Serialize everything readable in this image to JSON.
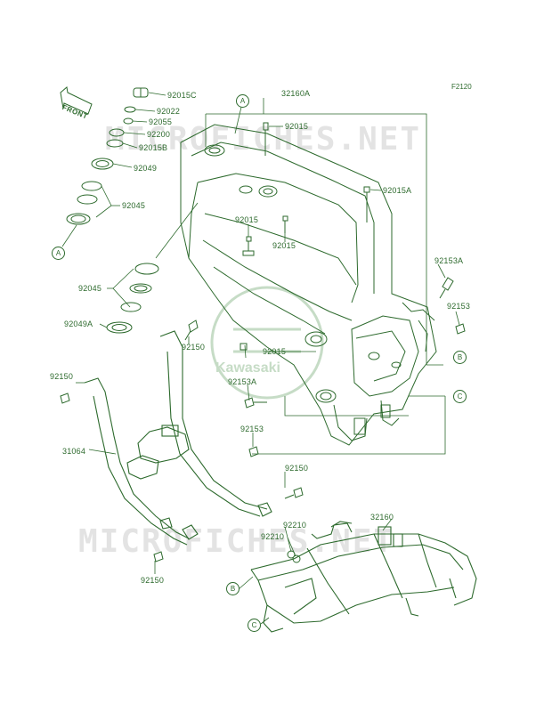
{
  "figure_code": "F2120",
  "front_label": "FRONT",
  "logo_text": "Kawasaki",
  "watermark_text": "MICROFICHES.NET",
  "colors": {
    "line": "#2d6a2d",
    "watermark": "#e3e3e3",
    "logo": "#c6dcc6"
  },
  "callouts": [
    "A",
    "B",
    "C"
  ],
  "parts": [
    {
      "id": "p-92015c",
      "label": "92015C"
    },
    {
      "id": "p-92022",
      "label": "92022"
    },
    {
      "id": "p-92055",
      "label": "92055"
    },
    {
      "id": "p-92200",
      "label": "92200"
    },
    {
      "id": "p-92015b",
      "label": "92015B"
    },
    {
      "id": "p-92049",
      "label": "92049"
    },
    {
      "id": "p-92045-top",
      "label": "92045"
    },
    {
      "id": "p-92045-mid",
      "label": "92045"
    },
    {
      "id": "p-92049a",
      "label": "92049A"
    },
    {
      "id": "p-32160a",
      "label": "32160A"
    },
    {
      "id": "p-92015-top",
      "label": "92015"
    },
    {
      "id": "p-92015a",
      "label": "92015A"
    },
    {
      "id": "p-92015-left",
      "label": "92015"
    },
    {
      "id": "p-92015-center",
      "label": "92015"
    },
    {
      "id": "p-92015-lower",
      "label": "92015"
    },
    {
      "id": "p-92153a-right",
      "label": "92153A"
    },
    {
      "id": "p-92153-right",
      "label": "92153"
    },
    {
      "id": "p-92150-upper",
      "label": "92150"
    },
    {
      "id": "p-92153a-left",
      "label": "92153A"
    },
    {
      "id": "p-92150-left",
      "label": "92150"
    },
    {
      "id": "p-92153-center",
      "label": "92153"
    },
    {
      "id": "p-31064",
      "label": "31064"
    },
    {
      "id": "p-92150-right",
      "label": "92150"
    },
    {
      "id": "p-92210-a",
      "label": "92210"
    },
    {
      "id": "p-92210-b",
      "label": "92210"
    },
    {
      "id": "p-32160",
      "label": "32160"
    },
    {
      "id": "p-92150-bottom",
      "label": "92150"
    }
  ]
}
